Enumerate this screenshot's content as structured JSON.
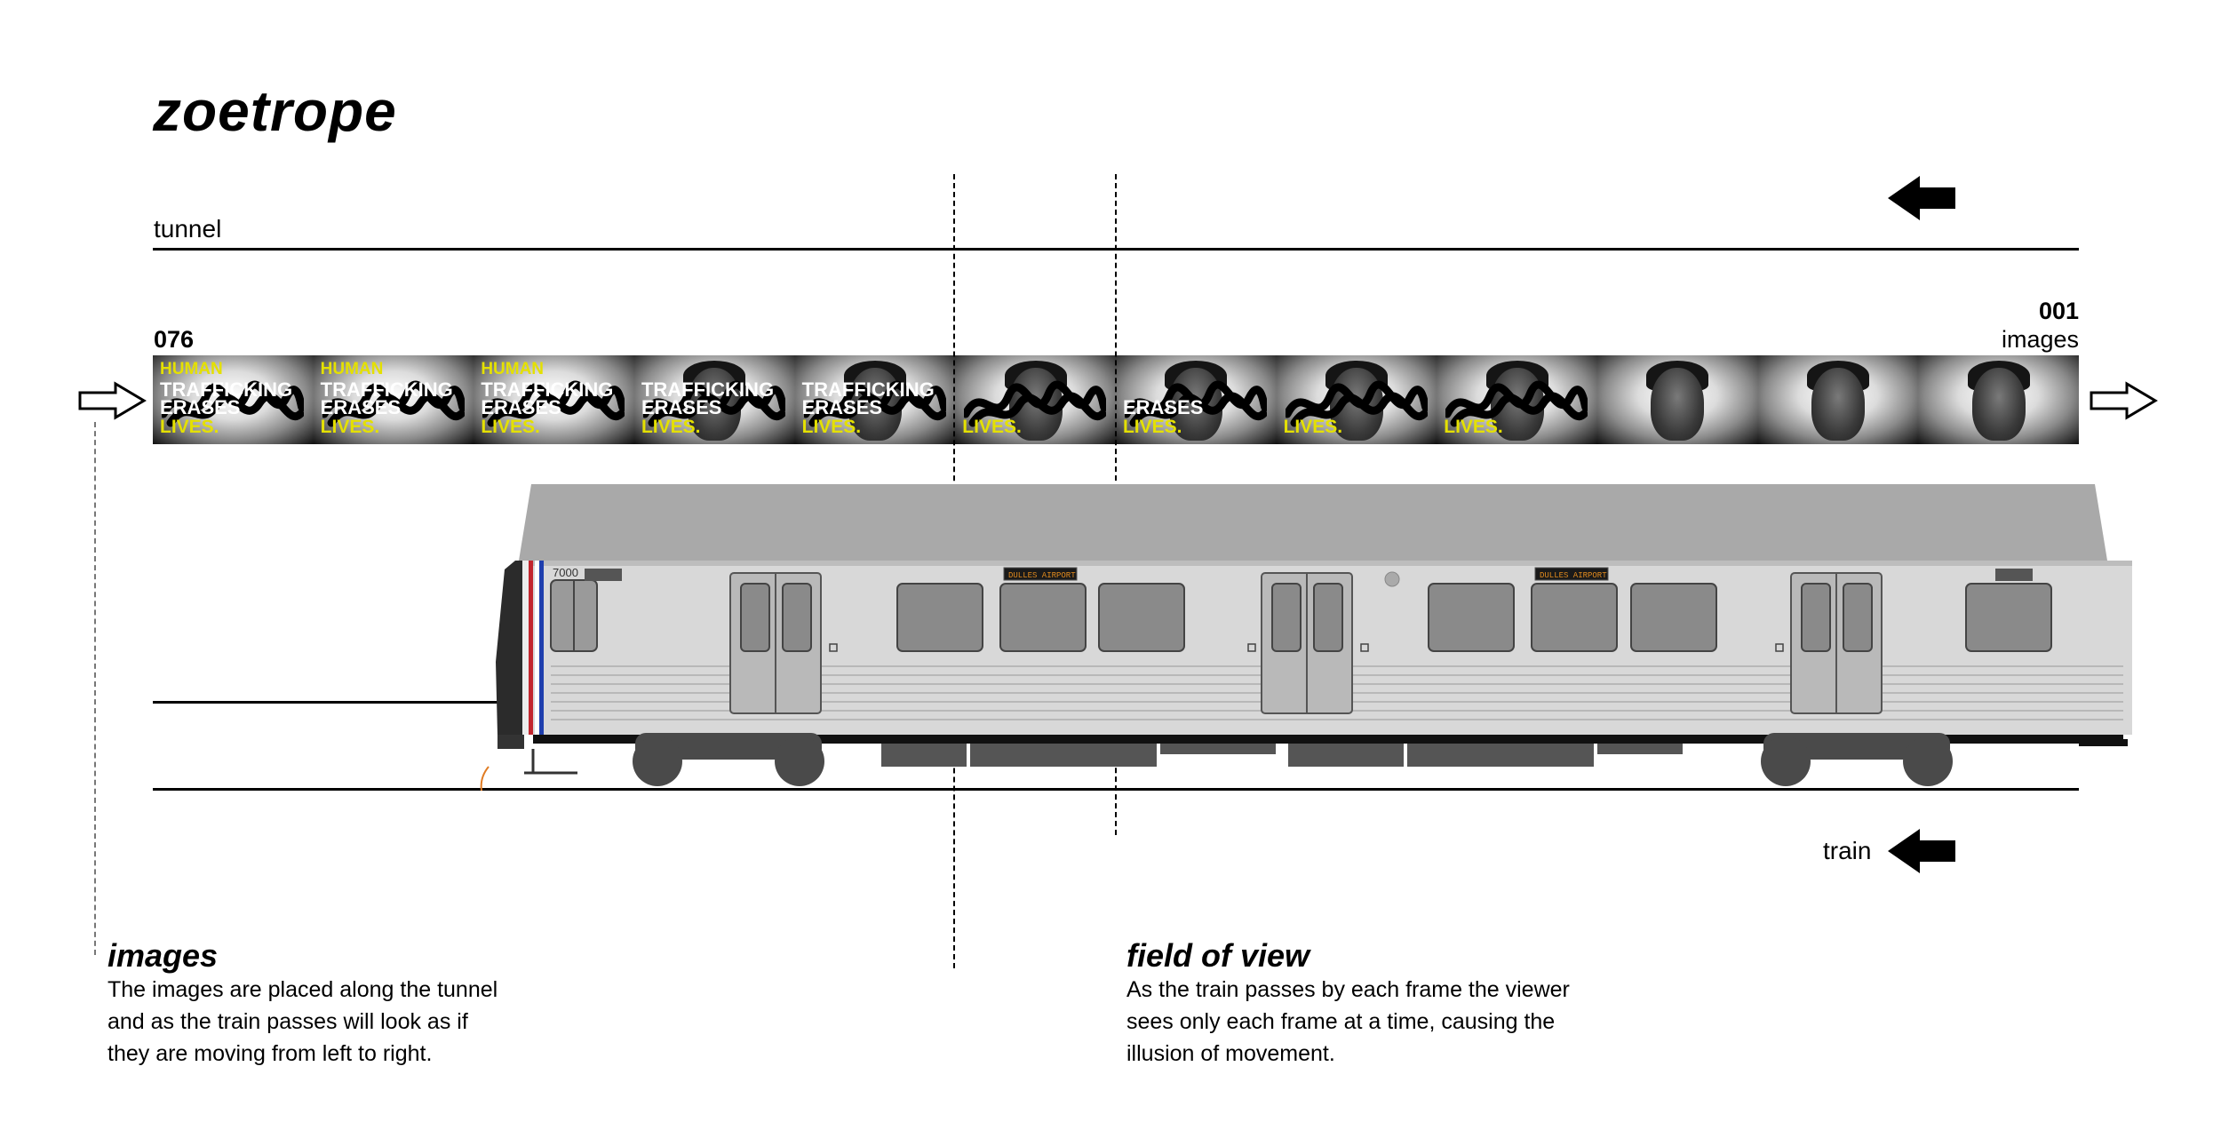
{
  "title": "zoetrope",
  "tunnel": {
    "label": "tunnel"
  },
  "filmstrip": {
    "start_index": "076",
    "end_index": "001",
    "label": "images",
    "frames": [
      {
        "lines": [
          "HUMAN",
          "TRAFFICKING",
          "ERASES",
          "LIVES."
        ],
        "face": false
      },
      {
        "lines": [
          "HUMAN",
          "TRAFFICKING",
          "ERASES",
          "LIVES."
        ],
        "face": false
      },
      {
        "lines": [
          "HUMAN",
          "TRAFFICKING",
          "ERASES",
          "LIVES."
        ],
        "face": false
      },
      {
        "lines": [
          "",
          "TRAFFICKING",
          "ERASES",
          "LIVES."
        ],
        "face": true
      },
      {
        "lines": [
          "",
          "TRAFFICKING",
          "ERASES",
          "LIVES."
        ],
        "face": true
      },
      {
        "lines": [
          "",
          "",
          "",
          "LIVES."
        ],
        "face": true
      },
      {
        "lines": [
          "",
          "",
          "ERASES",
          "LIVES."
        ],
        "face": true
      },
      {
        "lines": [
          "",
          "",
          "",
          "LIVES."
        ],
        "face": true
      },
      {
        "lines": [
          "",
          "",
          "",
          "LIVES."
        ],
        "face": true
      },
      {
        "lines": [
          "",
          "",
          "",
          ""
        ],
        "face": true
      },
      {
        "lines": [
          "",
          "",
          "",
          ""
        ],
        "face": true
      },
      {
        "lines": [
          "",
          "",
          "",
          ""
        ],
        "face": true
      }
    ]
  },
  "train": {
    "label": "train",
    "car_number": "7000",
    "destination_sign": "DULLES AIRPORT"
  },
  "annotations": {
    "images": {
      "heading": "images",
      "lines": [
        "The images are placed along the tunnel",
        "and as the train passes will look as if",
        "they are moving from left to right."
      ]
    },
    "field_of_view": {
      "heading": "field of view",
      "lines": [
        "As the train passes by each frame the viewer",
        "sees only each frame at a time, causing the",
        "illusion of movement."
      ]
    }
  },
  "icons": {
    "direction_arrow": "arrow-left-icon",
    "strip_entry_arrow": "arrow-right-outline-icon",
    "strip_exit_arrow": "arrow-right-outline-icon"
  }
}
